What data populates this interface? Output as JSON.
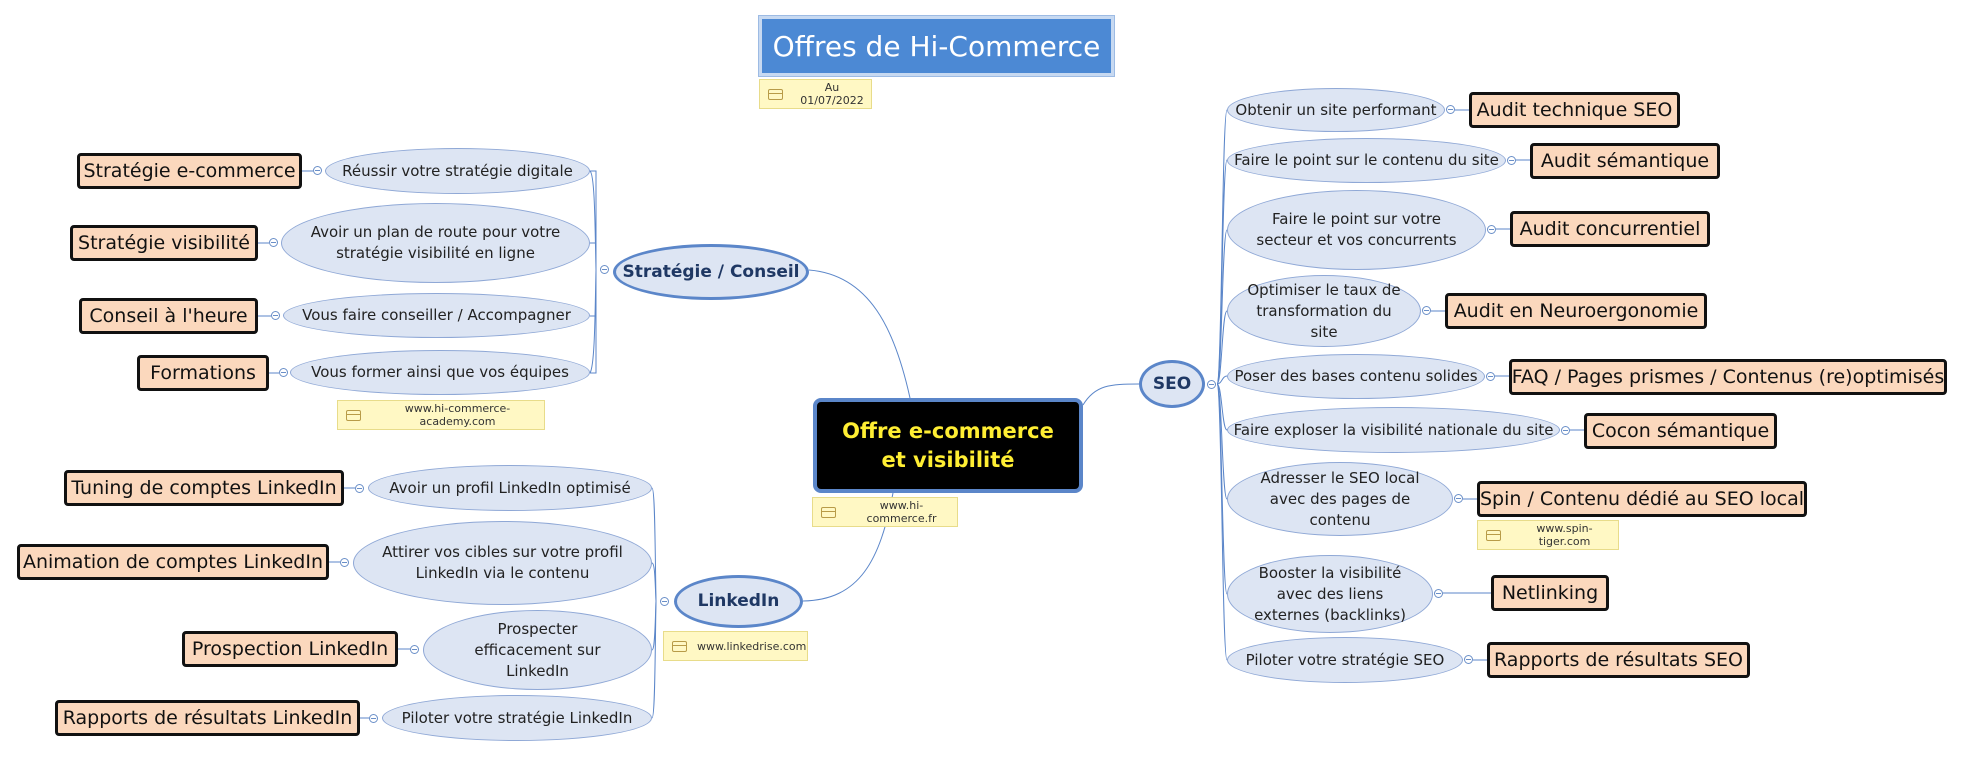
{
  "title": "Offres de Hi-Commerce",
  "title_note": "Au 01/07/2022",
  "center": {
    "line1": "Offre e-commerce",
    "line2": "et visibilité",
    "note": "www.hi-commerce.fr"
  },
  "strategie": {
    "label": "Stratégie / Conseil",
    "note": "www.hi-commerce-academy.com",
    "items": [
      {
        "need": "Réussir votre stratégie digitale",
        "offer": "Stratégie e-commerce"
      },
      {
        "need": "Avoir un plan de route pour votre stratégie visibilité en ligne",
        "offer": "Stratégie visibilité"
      },
      {
        "need": "Vous faire conseiller / Accompagner",
        "offer": "Conseil à l'heure"
      },
      {
        "need": "Vous former ainsi que vos équipes",
        "offer": "Formations"
      }
    ]
  },
  "linkedin": {
    "label": "LinkedIn",
    "note": "www.linkedrise.com",
    "items": [
      {
        "need": "Avoir un profil LinkedIn optimisé",
        "offer": "Tuning de comptes LinkedIn"
      },
      {
        "need": "Attirer vos cibles sur votre profil LinkedIn via le contenu",
        "offer": "Animation de comptes LinkedIn"
      },
      {
        "need": "Prospecter efficacement sur LinkedIn",
        "offer": "Prospection LinkedIn"
      },
      {
        "need": "Piloter votre stratégie LinkedIn",
        "offer": "Rapports de résultats LinkedIn"
      }
    ]
  },
  "seo": {
    "label": "SEO",
    "items": [
      {
        "need": "Obtenir un site performant",
        "offer": "Audit technique SEO"
      },
      {
        "need": "Faire le point sur le contenu du site",
        "offer": "Audit sémantique"
      },
      {
        "need": "Faire le point sur votre secteur et vos concurrents",
        "offer": "Audit concurrentiel"
      },
      {
        "need": "Optimiser le taux de transformation du site",
        "offer": "Audit en Neuroergonomie"
      },
      {
        "need": "Poser des bases contenu solides",
        "offer": "FAQ / Pages prismes / Contenus (re)optimisés"
      },
      {
        "need": "Faire exploser la visibilité nationale du site",
        "offer": "Cocon sémantique"
      },
      {
        "need": "Adresser le SEO local avec des pages de contenu",
        "offer": "Spin / Contenu dédié au SEO local",
        "note": "www.spin-tiger.com"
      },
      {
        "need": "Booster la visibilité avec des liens externes (backlinks)",
        "offer": "Netlinking"
      },
      {
        "need": "Piloter votre stratégie SEO",
        "offer": "Rapports de résultats SEO"
      }
    ]
  }
}
